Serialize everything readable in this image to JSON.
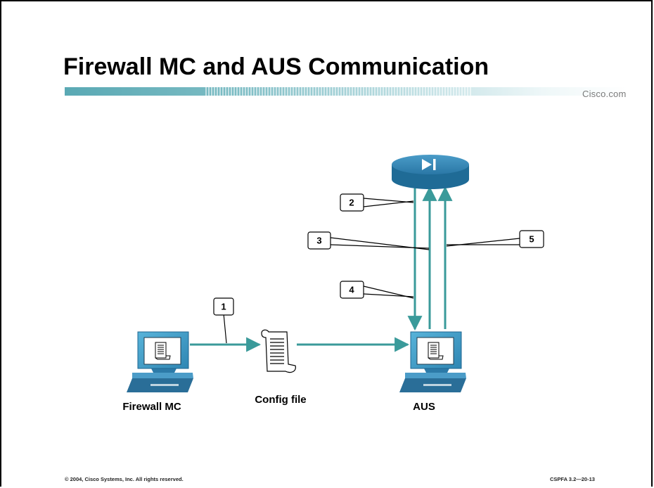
{
  "slide": {
    "title": "Firewall MC and AUS Communication",
    "brand": "Cisco.com",
    "footer_left": "© 2004, Cisco Systems, Inc. All rights reserved.",
    "footer_right": "CSPFA 3.2—20-13"
  },
  "diagram": {
    "nodes": {
      "firewall_mc": "Firewall MC",
      "config_file": "Config file",
      "aus": "AUS"
    },
    "callouts": [
      "1",
      "2",
      "3",
      "4",
      "5"
    ],
    "colors": {
      "connection": "#3a9a9a",
      "router": "#2a7aa6",
      "monitor": "#3f9fc8",
      "banner": "#6fb6bf"
    }
  }
}
